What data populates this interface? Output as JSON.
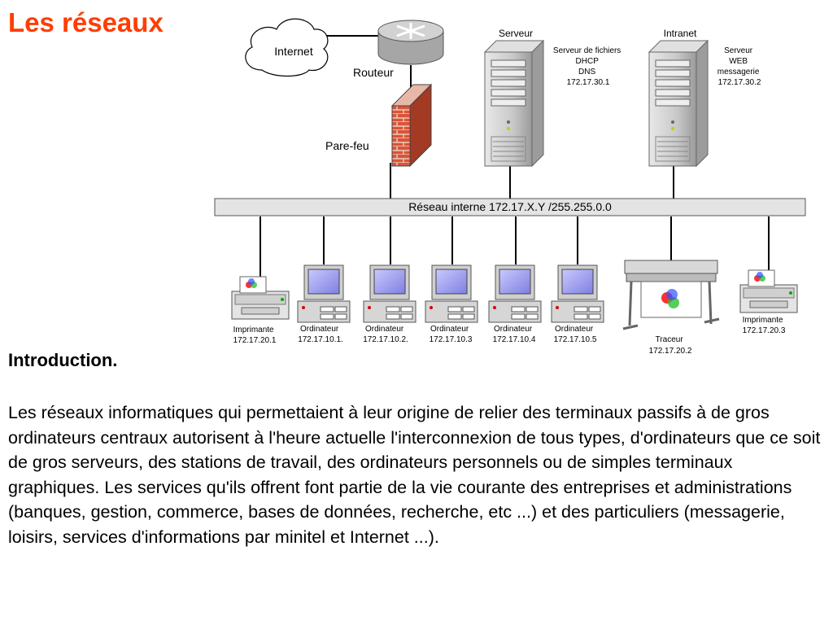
{
  "title": "Les réseaux",
  "diagram": {
    "internet": "Internet",
    "router": "Routeur",
    "firewall": "Pare-feu",
    "server_header": "Serveur",
    "intranet_header": "Intranet",
    "server_info": [
      "Serveur  de fichiers",
      "DHCP",
      "DNS",
      "172.17.30.1"
    ],
    "intranet_info": [
      "Serveur",
      "WEB",
      "messagerie",
      "172.17.30.2"
    ],
    "network_label": "Réseau interne 172.17.X.Y /255.255.0.0",
    "printer1": [
      "Imprimante",
      "172.17.20.1"
    ],
    "computers": [
      {
        "name": "Ordinateur",
        "ip": "172.17.10.1."
      },
      {
        "name": "Ordinateur",
        "ip": "172.17.10.2."
      },
      {
        "name": "Ordinateur",
        "ip": "172.17.10.3"
      },
      {
        "name": "Ordinateur",
        "ip": "172.17.10.4"
      },
      {
        "name": "Ordinateur",
        "ip": "172.17.10.5"
      }
    ],
    "plotter": [
      "Traceur",
      "172.17.20.2"
    ],
    "printer2": [
      "Imprimante",
      "172.17.20.3"
    ]
  },
  "intro": {
    "heading": "Introduction.",
    "body": "Les réseaux informatiques qui permettaient à leur origine de relier des terminaux passifs à de gros ordinateurs centraux autorisent à l'heure actuelle l'interconnexion de tous types, d'ordinateurs que ce soit de gros serveurs, des stations de travail, des ordinateurs personnels ou de simples terminaux graphiques. Les services qu'ils offrent font partie de la vie courante des entreprises et administrations (banques, gestion, commerce, bases de données, recherche, etc ...) et des particuliers (messagerie, loisirs, services d'informations par minitel et Internet ...)."
  }
}
